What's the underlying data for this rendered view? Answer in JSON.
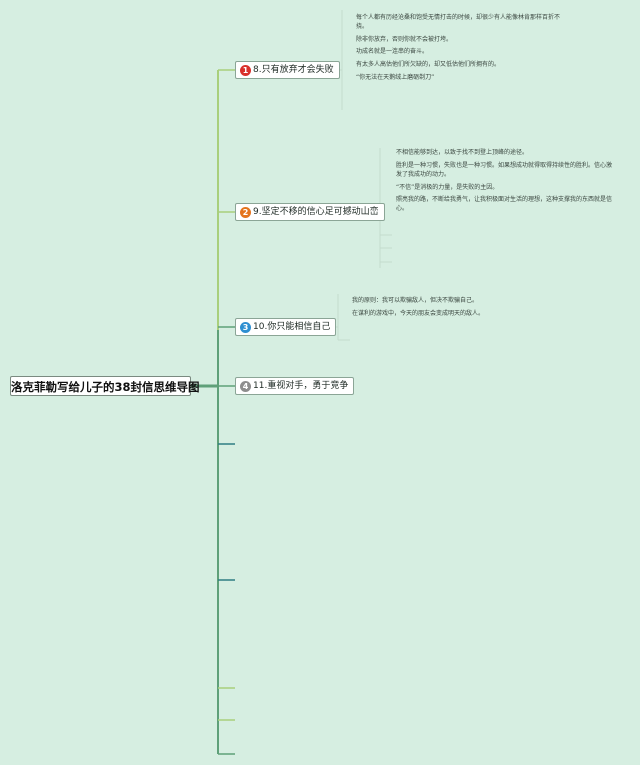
{
  "root": {
    "label": "洛克菲勒写给儿子的38封信思维导图"
  },
  "topics": [
    {
      "number": "1",
      "title": "8.只有放弃才会失败",
      "badge_color": "#d9302b",
      "leaves": [
        "每个人都有历经沧桑和饱受无情打击的时候，却很少有人能像林肯那样百折不挠。",
        "除非你放弃，否则你就不会被打垮。",
        "功成名就是一连串的奋斗。",
        "有太多人高估他们所欠缺的，却又低估他们所拥有的。",
        "“你无法在天鹅绒上磨砺剃刀”"
      ]
    },
    {
      "number": "2",
      "title": "9.坚定不移的信心足可撼动山峦",
      "badge_color": "#e4741e",
      "leaves": [
        "不相信能够到达，以致于找不到登上顶峰的途径。",
        "胜利是一种习惯，失败也是一种习惯。如果想成功就得取得持续性的胜利。信心激发了我成功的动力。",
        "“不信”是消极的力量，是失败的主因。",
        "照亮我的路，不断给我勇气，让我积极面对生活的理想，这种支撑我的东西就是信心。"
      ]
    },
    {
      "number": "3",
      "title": "10.你只能相信自己",
      "badge_color": "#2e8fd1",
      "leaves": [
        "我的原则：我可以欺骗敌人，但决不欺骗自己。",
        "在谋利的游戏中，今天的朋友会变成明天的敌人。"
      ]
    },
    {
      "number": "4",
      "title": "11.重视对手，勇于竞争",
      "badge_color": "#8d8d8d",
      "leaves": []
    }
  ],
  "colors": {
    "background": "#d6eee1",
    "trunk": "#5fa079",
    "branch_light": "#a9cf7c",
    "branch_teal": "#2f7d83"
  }
}
